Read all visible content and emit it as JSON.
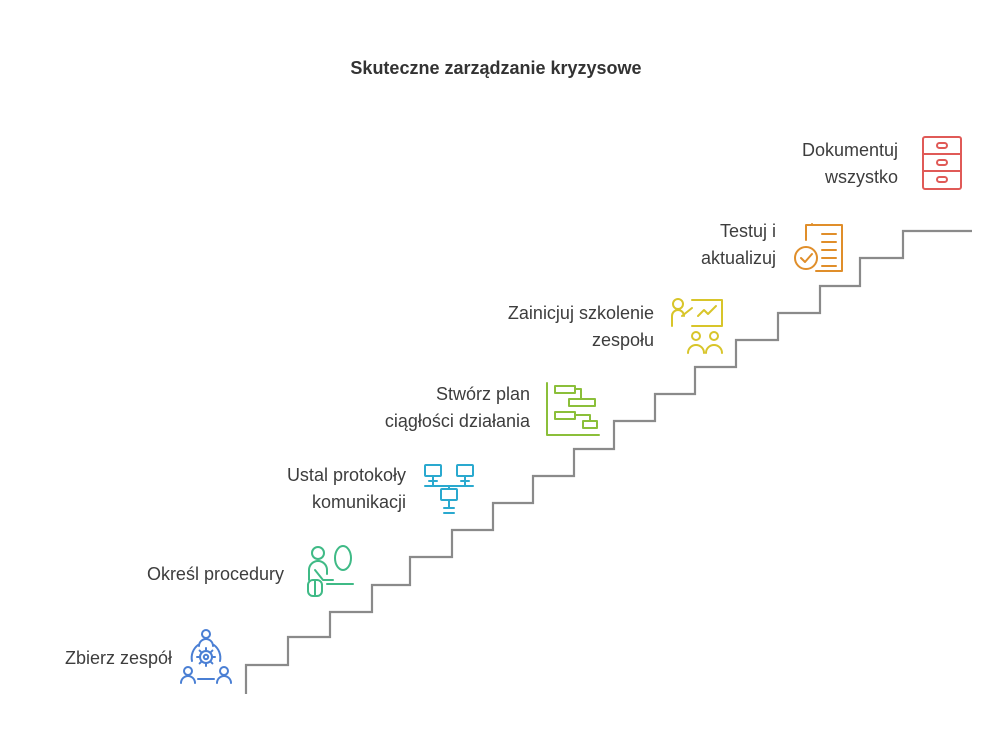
{
  "title": "Skuteczne zarządzanie kryzysowe",
  "colors": {
    "stairs": "#8a8a8a",
    "step1": "#4a7fd4",
    "step2": "#3fba86",
    "step3": "#2aa9cf",
    "step4": "#8bbf3a",
    "step5": "#d8c52a",
    "step6": "#e08e2a",
    "step7": "#e05a57"
  },
  "steps": [
    {
      "label_lines": [
        "Zbierz zespół"
      ],
      "icon": "team-gear-icon"
    },
    {
      "label_lines": [
        "Określ procedury"
      ],
      "icon": "person-thinking-icon"
    },
    {
      "label_lines": [
        "Ustal protokoły",
        "komunikacji"
      ],
      "icon": "network-computers-icon"
    },
    {
      "label_lines": [
        "Stwórz plan",
        "ciągłości działania"
      ],
      "icon": "gantt-chart-icon"
    },
    {
      "label_lines": [
        "Zainicjuj szkolenie",
        "zespołu"
      ],
      "icon": "presentation-training-icon"
    },
    {
      "label_lines": [
        "Testuj i",
        "aktualizuj"
      ],
      "icon": "checklist-approved-icon"
    },
    {
      "label_lines": [
        "Dokumentuj",
        "wszystko"
      ],
      "icon": "filing-cabinet-icon"
    }
  ]
}
